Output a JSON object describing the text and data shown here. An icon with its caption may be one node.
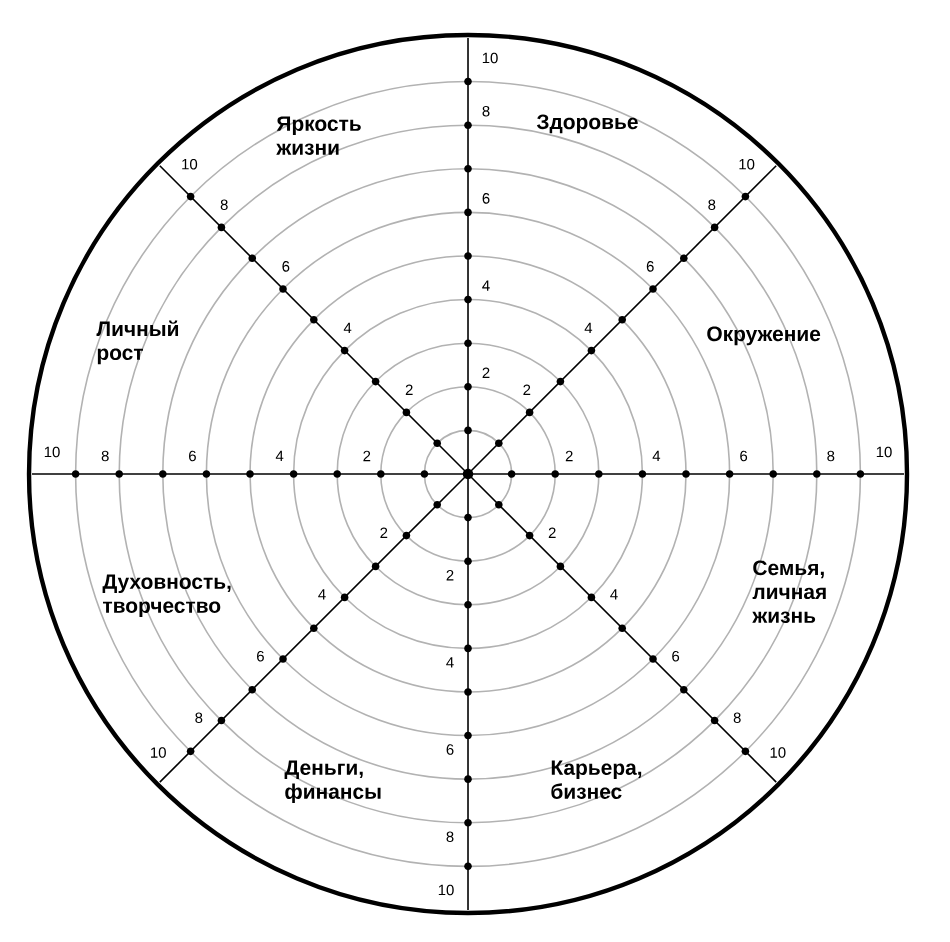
{
  "diagram": {
    "labels": [
      "Яркость жизни",
      "Здоровье",
      "Личный рост",
      "Окружение",
      "Семья, личная жизнь",
      "Духовность, творчество",
      "Деньги, финансы",
      "Карьера, бизнес",
      "2",
      "4",
      "6",
      "8",
      "10",
      "2",
      "4",
      "6",
      "8",
      "10",
      "2",
      "4",
      "6",
      "8",
      "10",
      "2",
      "4",
      "6",
      "8",
      "10",
      "2",
      "4",
      "6",
      "8",
      "10",
      "2",
      "4",
      "6",
      "8",
      "10",
      "2",
      "4",
      "6",
      "8",
      "10",
      "2",
      "4",
      "6",
      "8",
      "10"
    ]
  }
}
